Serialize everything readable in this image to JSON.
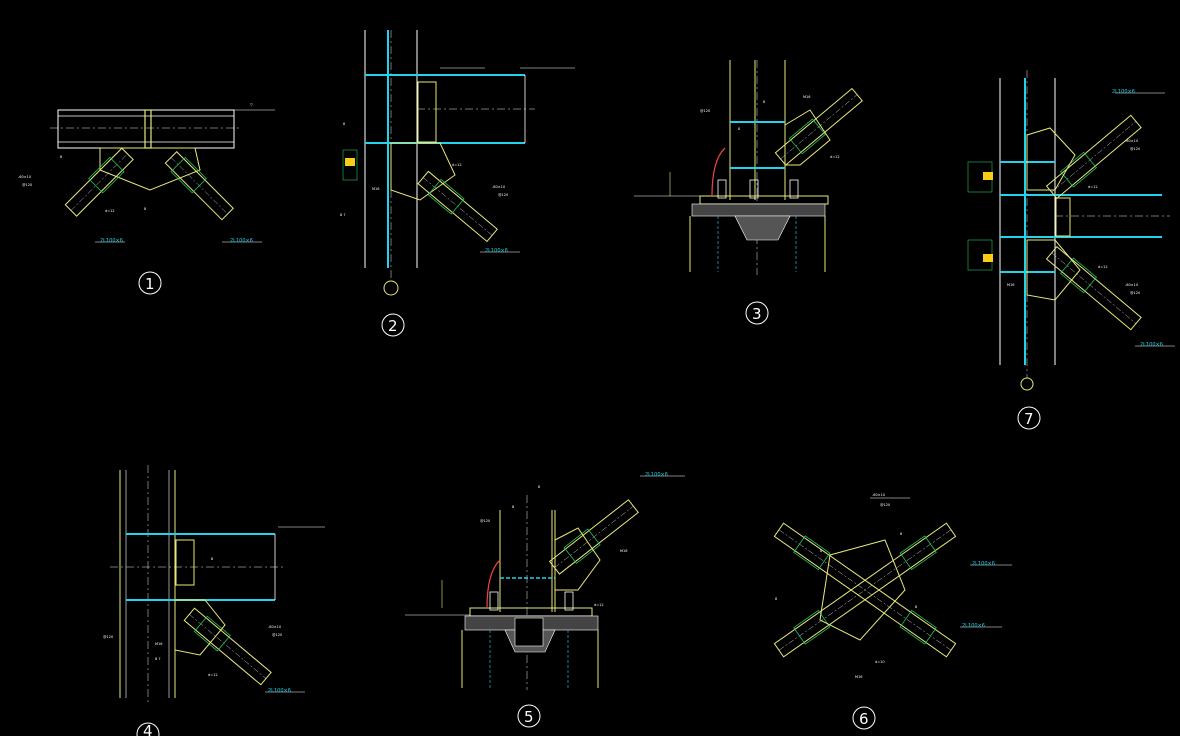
{
  "colors": {
    "background": "#000000",
    "steel": "#ffffff",
    "centerline": "#e5e7eb",
    "beam_cyan": "#22d3ee",
    "plate_yellow": "#e8e87a",
    "weld_green": "#22c55e",
    "anchor_red": "#ef4444",
    "fill_yellow": "#facc15"
  },
  "details": [
    {
      "id": "1",
      "label": "1"
    },
    {
      "id": "2",
      "label": "2"
    },
    {
      "id": "3",
      "label": "3"
    },
    {
      "id": "4",
      "label": "4"
    },
    {
      "id": "5",
      "label": "5"
    },
    {
      "id": "6",
      "label": "6"
    },
    {
      "id": "7",
      "label": "7"
    }
  ],
  "callouts": {
    "tube_section": "2L100×6",
    "tube_section_alt": "2L100×6",
    "plate": "-60×10",
    "plate_len": "@120",
    "gusset_t12": "d=12",
    "gusset_t10": "d=10",
    "bolt": "M16",
    "weld_8": "8",
    "weld_6": "6",
    "weld_87": "8 7"
  }
}
